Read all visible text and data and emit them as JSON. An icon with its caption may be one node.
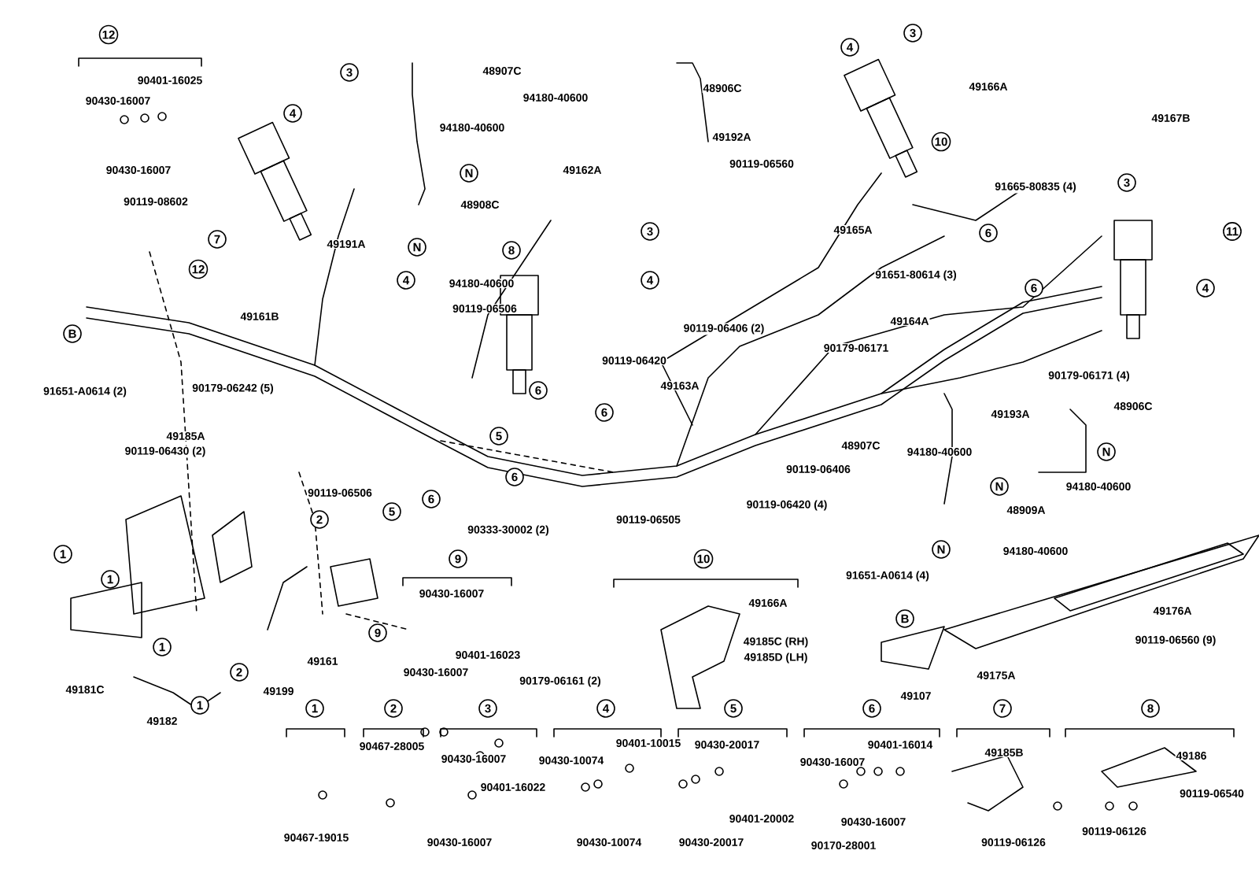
{
  "diagram": {
    "labels": [
      "12",
      "90401-16025",
      "90430-16007",
      "90430-16007",
      "90119-08602",
      "3",
      "4",
      "48907C",
      "94180-40600",
      "48906C",
      "3",
      "4",
      "49166A",
      "49167B",
      "94180-40600",
      "N",
      "49192A",
      "10",
      "91665-80835 (4)",
      "90119-06560",
      "48908C",
      "49162A",
      "7",
      "49191A",
      "3",
      "8",
      "49165A",
      "6",
      "3",
      "11",
      "N",
      "94180-40600",
      "4",
      "91651-80614 (3)",
      "4",
      "12",
      "49161B",
      "90119-06506",
      "90119-06406 (2)",
      "6",
      "4",
      "B",
      "90179-06171",
      "49164A",
      "90119-06420",
      "91651-A0614 (2)",
      "90179-06242 (5)",
      "6",
      "49163A",
      "49193A",
      "90179-06171 (4)",
      "49185A",
      "5",
      "6",
      "48906C",
      "90119-06430 (2)",
      "90119-06506",
      "5",
      "6",
      "6",
      "90333-30002 (2)",
      "90119-06505",
      "90119-06420 (4)",
      "90119-06406",
      "48907C",
      "94180-40600",
      "N",
      "N",
      "94180-40600",
      "48909A",
      "N",
      "94180-40600",
      "2",
      "1",
      "1",
      "9",
      "90430-16007",
      "1",
      "9",
      "90401-16023",
      "90430-16007",
      "49161",
      "2",
      "1",
      "49181C",
      "49199",
      "10",
      "49166A",
      "49185C (RH)",
      "49185D (LH)",
      "90179-06161 (2)",
      "91651-A0614 (4)",
      "B",
      "49176A",
      "90119-06560 (9)",
      "49107",
      "49175A",
      "49182",
      "1",
      "2",
      "3",
      "4",
      "5",
      "6",
      "7",
      "8",
      "90467-28005",
      "90430-16007",
      "90430-10074",
      "90401-10015",
      "90430-20017",
      "90401-16014",
      "90430-16007",
      "49185B",
      "49186",
      "90119-06540",
      "90401-16022",
      "90401-20002",
      "90430-16007",
      "90119-06126",
      "90467-19015",
      "90430-16007",
      "90430-10074",
      "90430-20017",
      "90170-28001",
      "90119-06126"
    ]
  }
}
